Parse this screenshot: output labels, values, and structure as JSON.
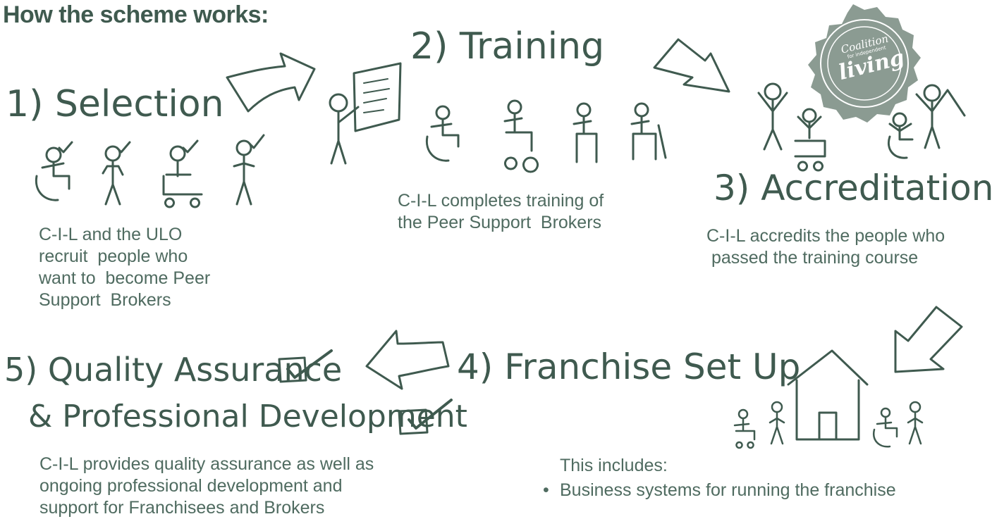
{
  "title": "How the scheme works:",
  "steps": {
    "selection": {
      "heading": "1) Selection",
      "lines": [
        "C-I-L and the ULO",
        "recruit  people who",
        "want to  become Peer",
        "Support  Brokers"
      ]
    },
    "training": {
      "heading": "2) Training",
      "lines": [
        "C-I-L completes training of",
        "the Peer Support  Brokers"
      ]
    },
    "accreditation": {
      "heading": "3) Accreditation",
      "lines": [
        "C-I-L accredits the people who",
        " passed the training course"
      ]
    },
    "franchise": {
      "heading": "4) Franchise Set Up",
      "intro": "This includes:",
      "bullets": [
        "Business systems for running the franchise"
      ]
    },
    "quality": {
      "heading_line1": "5) Quality Assurance",
      "heading_line2": "& Professional Development",
      "lines": [
        "C-I-L provides quality assurance as well as",
        "ongoing professional development and",
        "support for Franchisees and Brokers"
      ]
    }
  },
  "seal": {
    "line1": "Coalition",
    "line2": "for independent",
    "line3": "living"
  },
  "colors": {
    "ink": "#3f5a4f",
    "text": "#4f6b60",
    "seal": "#8b9b92"
  }
}
